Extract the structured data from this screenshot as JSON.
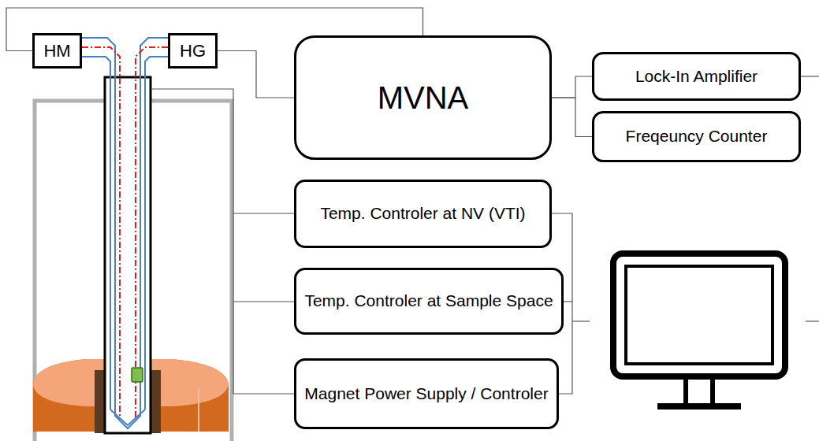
{
  "diagram": {
    "nodes": [
      {
        "text": [
          "HM"
        ]
      },
      {
        "text": [
          "HG"
        ]
      },
      {
        "text": [
          "MVNA"
        ]
      },
      {
        "text": [
          "Lock-In Amplifier"
        ]
      },
      {
        "text": [
          "Freqeuncy Counter"
        ]
      },
      {
        "text": [
          "Temp. Controler at NV (VTI)"
        ]
      },
      {
        "text": [
          "Temp. Controler at Sample Space"
        ]
      },
      {
        "text": [
          "Magnet Power Supply / Controler"
        ]
      }
    ],
    "edges": [
      {
        "from": 0,
        "to": 2,
        "arrow": "none"
      },
      {
        "from": 1,
        "to": 2,
        "arrow": "none"
      },
      {
        "from": 2,
        "to": 3,
        "arrow": "none"
      },
      {
        "from": 2,
        "to": 4,
        "arrow": "none"
      }
    ]
  }
}
